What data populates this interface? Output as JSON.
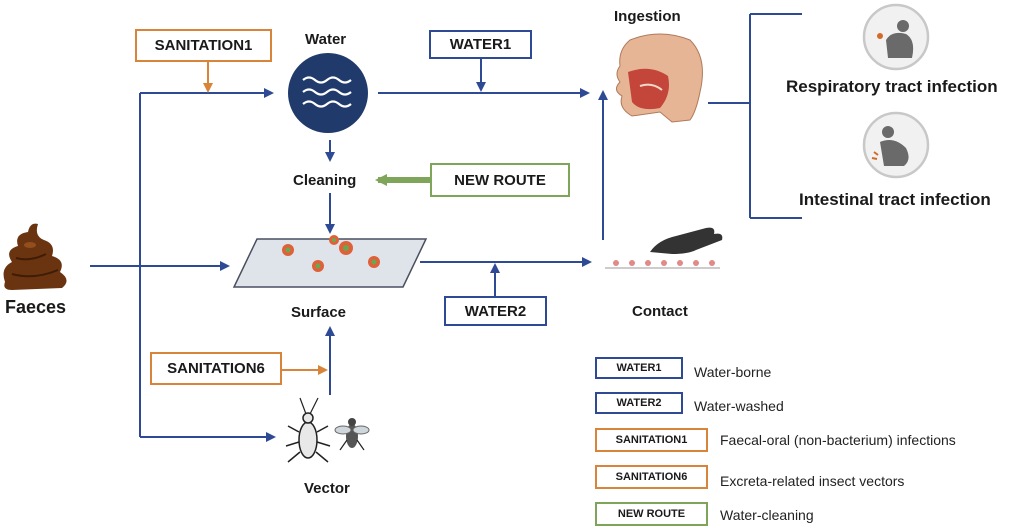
{
  "nodes": {
    "faeces": "Faeces",
    "water": "Water",
    "cleaning": "Cleaning",
    "surface": "Surface",
    "vector": "Vector",
    "ingestion": "Ingestion",
    "contact": "Contact",
    "respiratory": "Respiratory tract infection",
    "intestinal": "Intestinal tract infection"
  },
  "route_boxes": {
    "sanitation1": "SANITATION1",
    "water1": "WATER1",
    "new_route": "NEW ROUTE",
    "water2": "WATER2",
    "sanitation6": "SANITATION6"
  },
  "legend": [
    {
      "key": "WATER1",
      "desc": "Water-borne",
      "color": "#2f4a94"
    },
    {
      "key": "WATER2",
      "desc": "Water-washed",
      "color": "#2f4a94"
    },
    {
      "key": "SANITATION1",
      "desc": "Faecal-oral (non-bacterium) infections",
      "color": "#d8843a"
    },
    {
      "key": "SANITATION6",
      "desc": "Excreta-related insect vectors",
      "color": "#d8843a"
    },
    {
      "key": "NEW ROUTE",
      "desc": "Water-cleaning",
      "color": "#7ea55a"
    }
  ],
  "colors": {
    "flow": "#2f4a94",
    "sanitation": "#d8843a",
    "new_route": "#7ea55a"
  }
}
